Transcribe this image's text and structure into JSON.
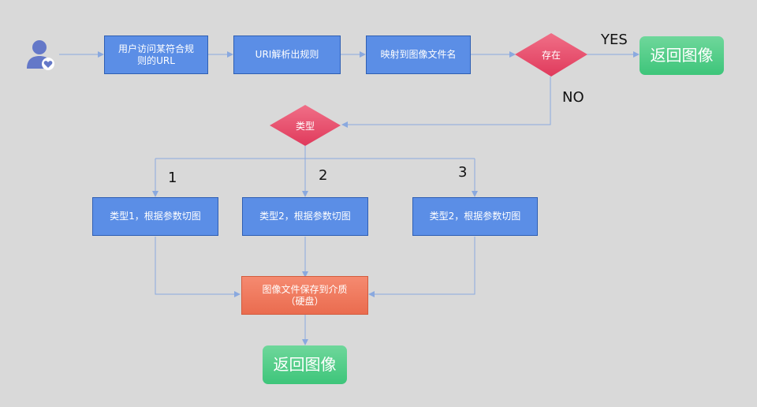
{
  "diagram": {
    "nodes": {
      "access_url": "用户访问某符合规则的URL",
      "parse_uri": "URI解析出规则",
      "map_file": "映射到图像文件名",
      "exists": "存在",
      "return_top": "返回图像",
      "type": "类型",
      "type1": "类型1，根据参数切图",
      "type2": "类型2，根据参数切图",
      "type3": "类型2，根据参数切图",
      "save": "图像文件保存到介质（硬盘）",
      "return_bottom": "返回图像"
    },
    "edge_labels": {
      "yes": "YES",
      "no": "NO",
      "branch1": "1",
      "branch2": "2",
      "branch3": "3"
    }
  },
  "colors": {
    "process_fill": "#5b8ee6",
    "decision_fill": "#e84a6a",
    "terminal_fill": "#46c97f",
    "storage_fill": "#ef7a5d",
    "connector": "#8aa9df",
    "user_icon": "#6478c8"
  },
  "icons": {
    "user": "user-heart-icon"
  }
}
